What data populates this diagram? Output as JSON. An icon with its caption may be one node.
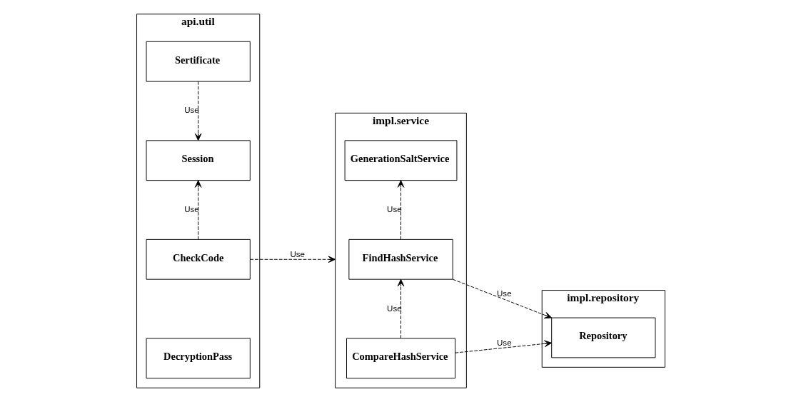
{
  "diagram": {
    "nodes": [
      {
        "text": [
          "api.util"
        ]
      },
      {
        "text": [
          "DecryptionPass"
        ],
        "in": 0
      },
      {
        "text": [
          "CheckCode"
        ],
        "in": 0
      },
      {
        "text": [
          "Session"
        ],
        "in": 0
      },
      {
        "text": [
          "Sertificate"
        ],
        "in": 0
      },
      {
        "text": [
          "impl.service"
        ]
      },
      {
        "text": [
          "CompareHashService"
        ],
        "in": 5
      },
      {
        "text": [
          "FindHashService"
        ],
        "in": 5
      },
      {
        "text": [
          "GenerationSaltService"
        ],
        "in": 5
      },
      {
        "text": [
          "impl.repository"
        ]
      },
      {
        "text": [
          "Repository"
        ],
        "in": 9
      }
    ],
    "edges": [
      {
        "from": 2,
        "to": 3,
        "arrow": "to",
        "label": "Use",
        "style": "dashed"
      },
      {
        "from": 4,
        "to": 3,
        "arrow": "to",
        "label": "Use",
        "style": "dashed"
      },
      {
        "from": 2,
        "to": 5,
        "arrow": "to",
        "label": "Use",
        "style": "dashed"
      },
      {
        "from": 6,
        "to": 7,
        "arrow": "to",
        "label": "Use",
        "style": "dashed"
      },
      {
        "from": 7,
        "to": 8,
        "arrow": "to",
        "label": "Use",
        "style": "dashed"
      },
      {
        "from": 6,
        "to": 10,
        "arrow": "to",
        "label": "Use",
        "style": "dashed"
      },
      {
        "from": 7,
        "to": 10,
        "arrow": "to",
        "label": "Use",
        "style": "dashed"
      }
    ]
  }
}
